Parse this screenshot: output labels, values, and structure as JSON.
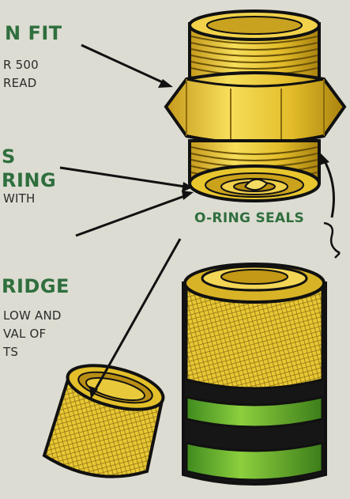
{
  "callouts": {
    "top": {
      "heading": "N FIT",
      "line1": "R 500",
      "line2": "READ"
    },
    "middle": {
      "heading1": "S",
      "heading2": "RING",
      "line1": "WITH"
    },
    "bottom": {
      "heading": "RIDGE",
      "line1": "LOW AND",
      "line2": "VAL OF",
      "line3": "TS"
    }
  },
  "oring_label": "O-RING SEALS",
  "colors": {
    "background": "#dcdcd2",
    "brass": "#e3c02a",
    "brass_dark": "#b8921a",
    "green_accent": "#2f6f3e",
    "green_seal": "#6fb22c"
  }
}
